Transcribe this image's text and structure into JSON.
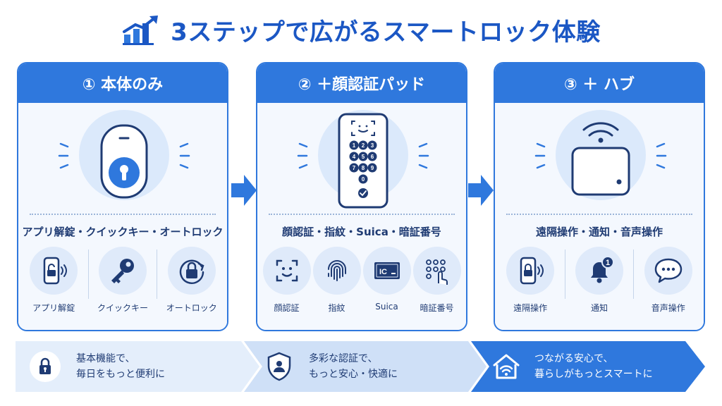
{
  "title": "3ステップで広がるスマートロック体験",
  "colors": {
    "primary": "#2f78dd",
    "light": "#dfeafa",
    "dark": "#1f3b73"
  },
  "steps": [
    {
      "header": "① 本体のみ",
      "features": "アプリ解錠・クイックキー・オートロック",
      "items": [
        {
          "label": "アプリ解錠",
          "icon": "phone-unlock-icon"
        },
        {
          "label": "クイックキー",
          "icon": "key-icon"
        },
        {
          "label": "オートロック",
          "icon": "auto-lock-icon"
        }
      ]
    },
    {
      "header": "② ＋顔認証パッド",
      "features": "顔認証・指紋・Suica・暗証番号",
      "items": [
        {
          "label": "顔認証",
          "icon": "face-scan-icon"
        },
        {
          "label": "指紋",
          "icon": "fingerprint-icon"
        },
        {
          "label": "Suica",
          "icon": "ic-card-icon",
          "card_text": "IC"
        },
        {
          "label": "暗証番号",
          "icon": "keypad-icon"
        }
      ],
      "keypad": [
        "1",
        "2",
        "3",
        "4",
        "5",
        "6",
        "7",
        "8",
        "9",
        "0"
      ]
    },
    {
      "header": "③ ＋ ハブ",
      "features": "遠隔操作・通知・音声操作",
      "items": [
        {
          "label": "遠隔操作",
          "icon": "phone-remote-icon"
        },
        {
          "label": "通知",
          "icon": "bell-icon",
          "badge": "1"
        },
        {
          "label": "音声操作",
          "icon": "speech-bubble-icon"
        }
      ]
    }
  ],
  "bottom": [
    {
      "line1": "基本機能で、",
      "line2": "毎日をもっと便利に",
      "icon": "lock-icon"
    },
    {
      "line1": "多彩な認証で、",
      "line2": "もっと安心・快適に",
      "icon": "shield-user-icon"
    },
    {
      "line1": "つながる安心で、",
      "line2": "暮らしがもっとスマートに",
      "icon": "home-wifi-icon"
    }
  ]
}
